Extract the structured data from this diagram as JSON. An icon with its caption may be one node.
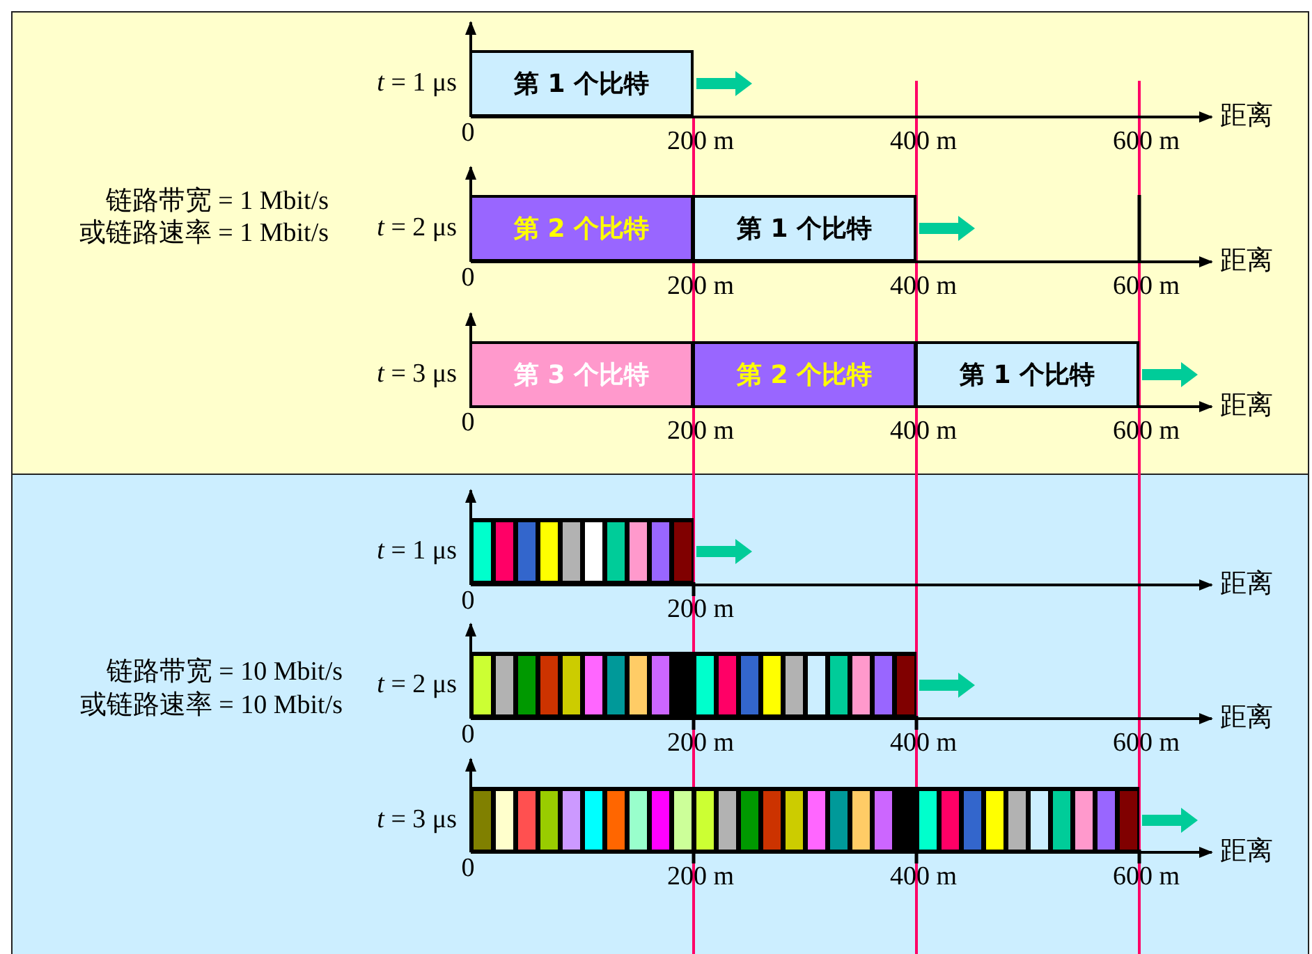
{
  "diagram": {
    "nodes": [
      {
        "text": [
          "第 1 个比特"
        ]
      },
      {
        "text": [
          "第 2 个比特"
        ]
      },
      {
        "text": [
          "第 1 个比特"
        ]
      },
      {
        "text": [
          "第 3 个比特"
        ]
      },
      {
        "text": [
          "第 2 个比特"
        ]
      },
      {
        "text": [
          "第 1 个比特"
        ]
      }
    ],
    "labels": [
      "*t* = 1 μs",
      "0",
      "200 m",
      "400 m",
      "600 m",
      "距离",
      "链路带宽 = 1 Mbit/s",
      "或链路速率 = 1 Mbit/s",
      "*t* = 2 μs",
      "0",
      "200 m",
      "400 m",
      "600 m",
      "距离",
      "*t* = 3 μs",
      "0",
      "200 m",
      "400 m",
      "600 m",
      "距离",
      "*t* = 1 μs",
      "0",
      "200 m",
      "距离",
      "链路带宽 = 10 Mbit/s",
      "或链路速率 = 10 Mbit/s",
      "*t* = 2 μs",
      "0",
      "200 m",
      "400 m",
      "600 m",
      "距离",
      "*t* = 3 μs",
      "0",
      "200 m",
      "400 m",
      "600 m",
      "距离"
    ]
  }
}
